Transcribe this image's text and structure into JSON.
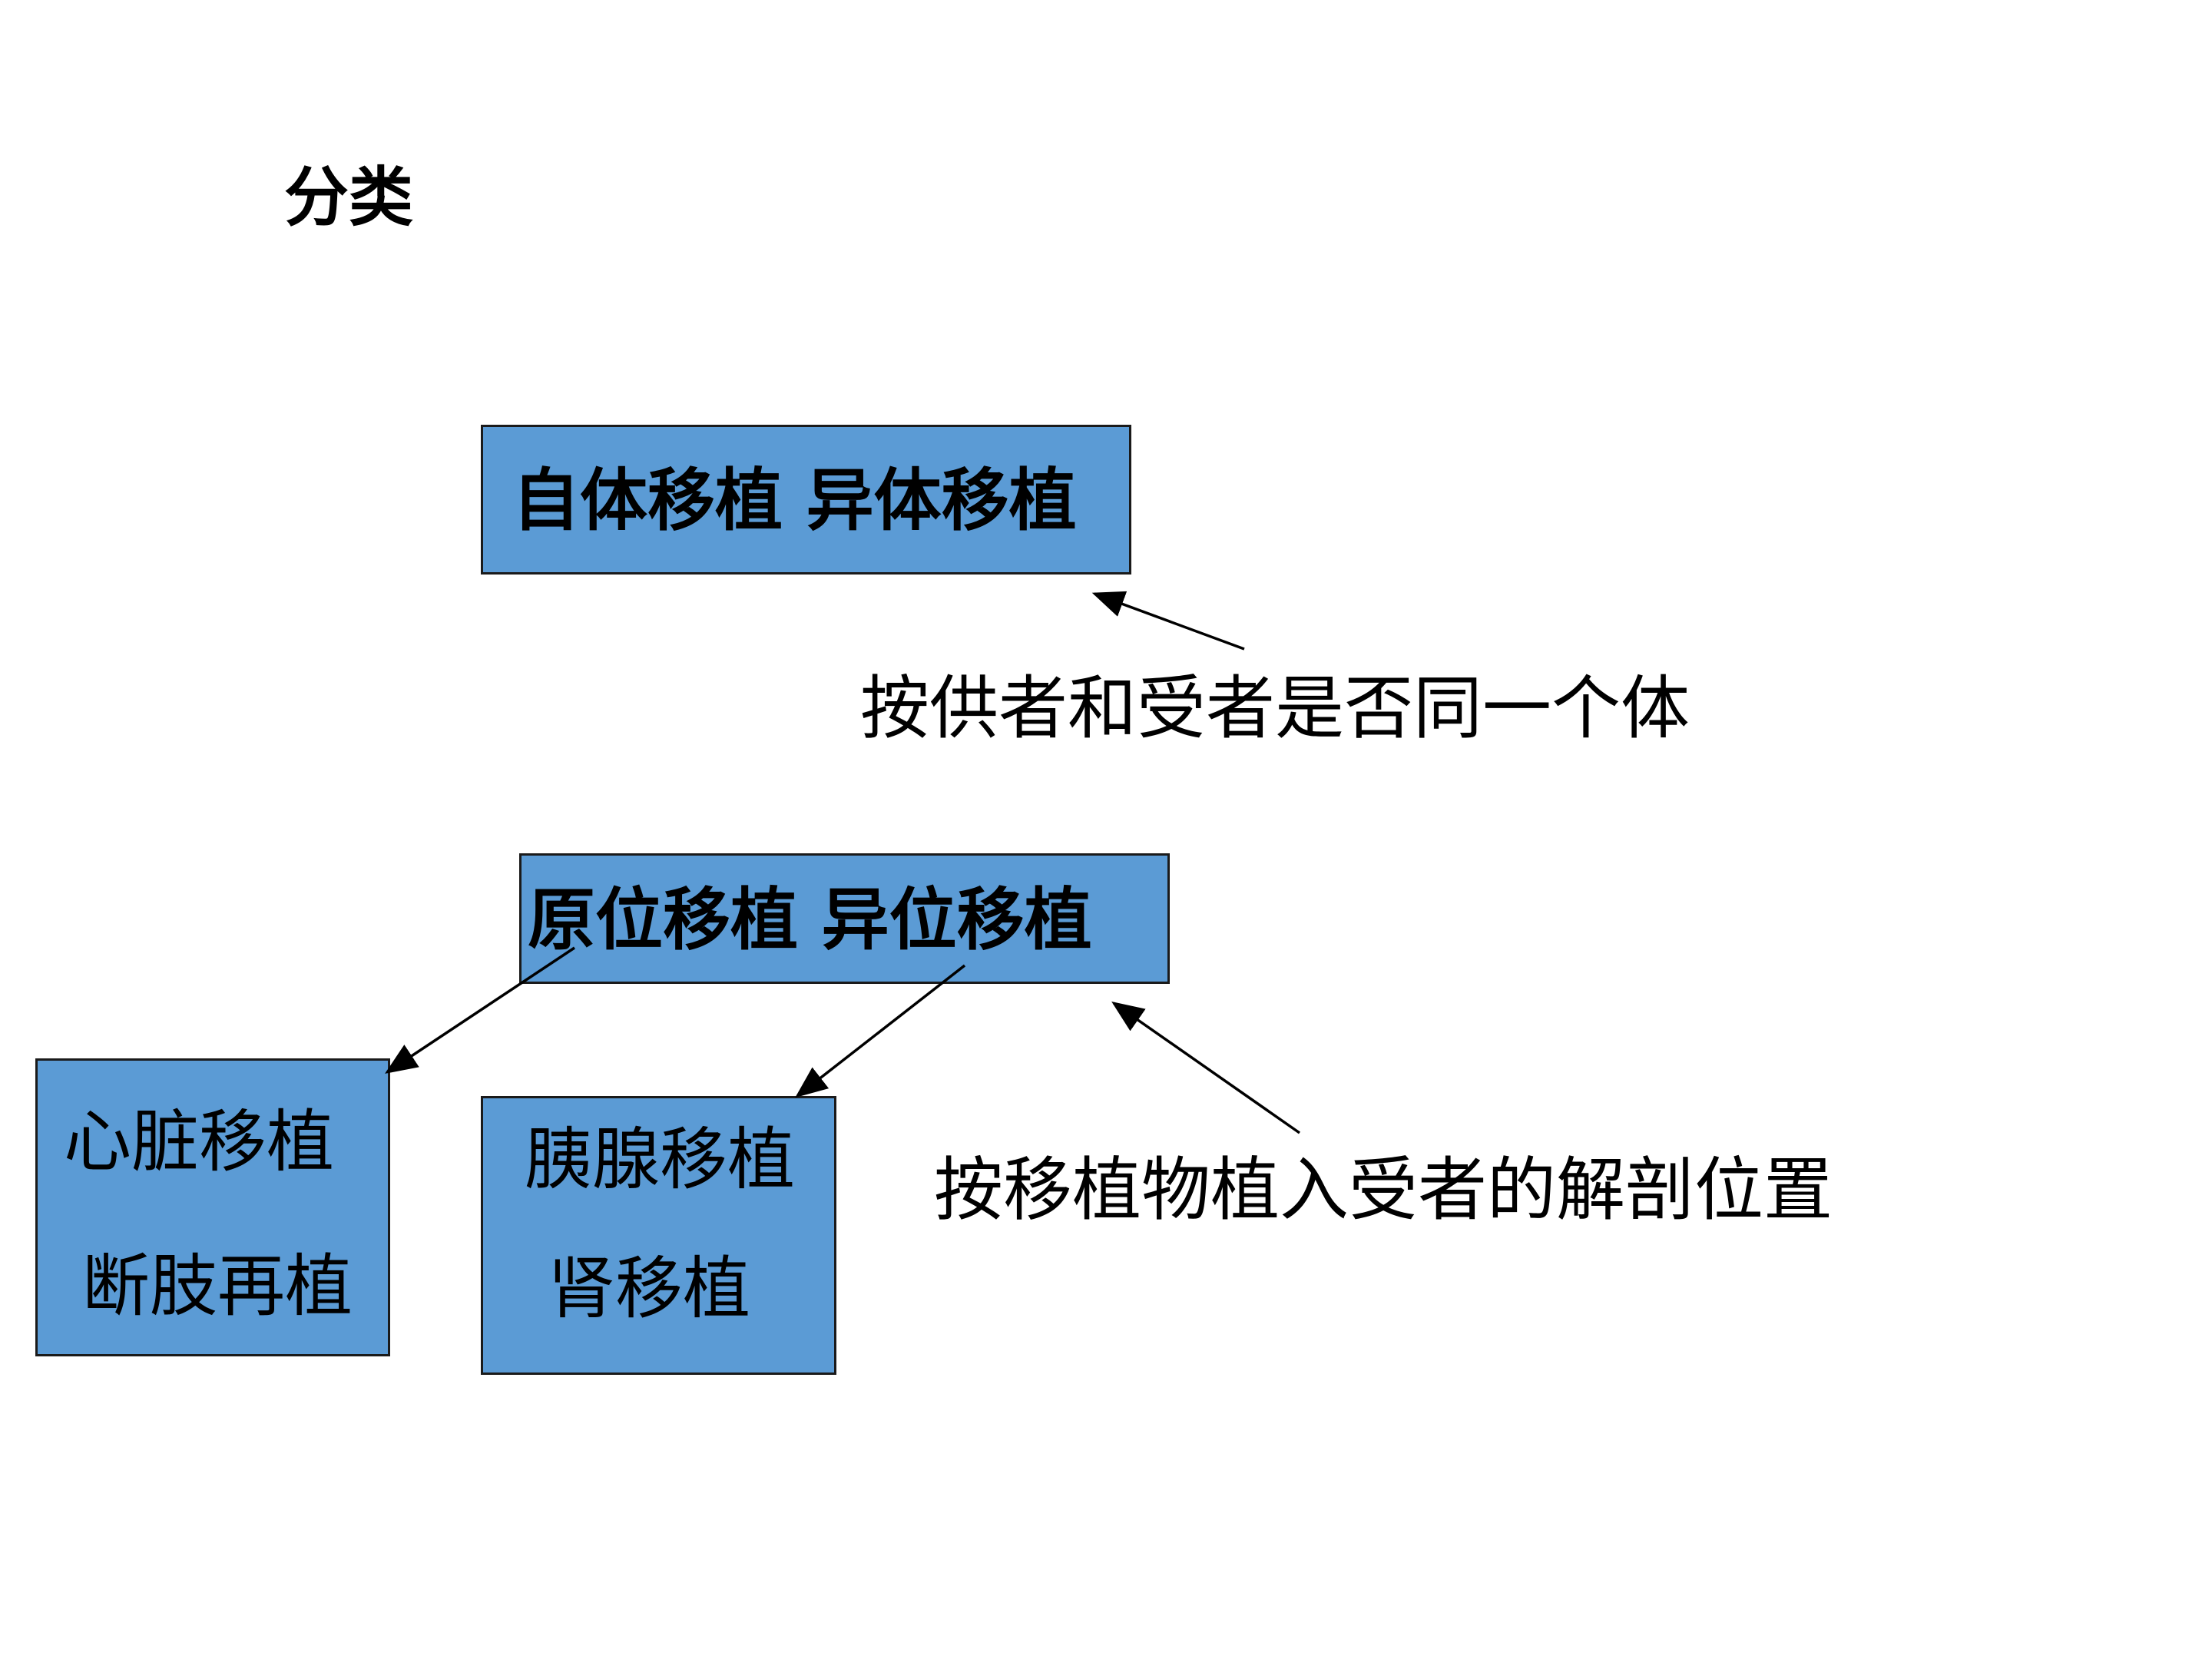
{
  "title": "分类",
  "boxes": {
    "donor": "自体移植 异体移植",
    "site": "原位移植 异位移植",
    "left_line1": "心脏移植",
    "left_line2": "断肢再植",
    "right_line1": "胰腺移植",
    "right_line2": "肾移植"
  },
  "notes": {
    "donor_criterion": "按供者和受者是否同一个体",
    "site_criterion": "按移植物植入受者的解剖位置"
  },
  "colors": {
    "box_fill": "#5b9bd5",
    "box_border": "#1a1a1a"
  }
}
